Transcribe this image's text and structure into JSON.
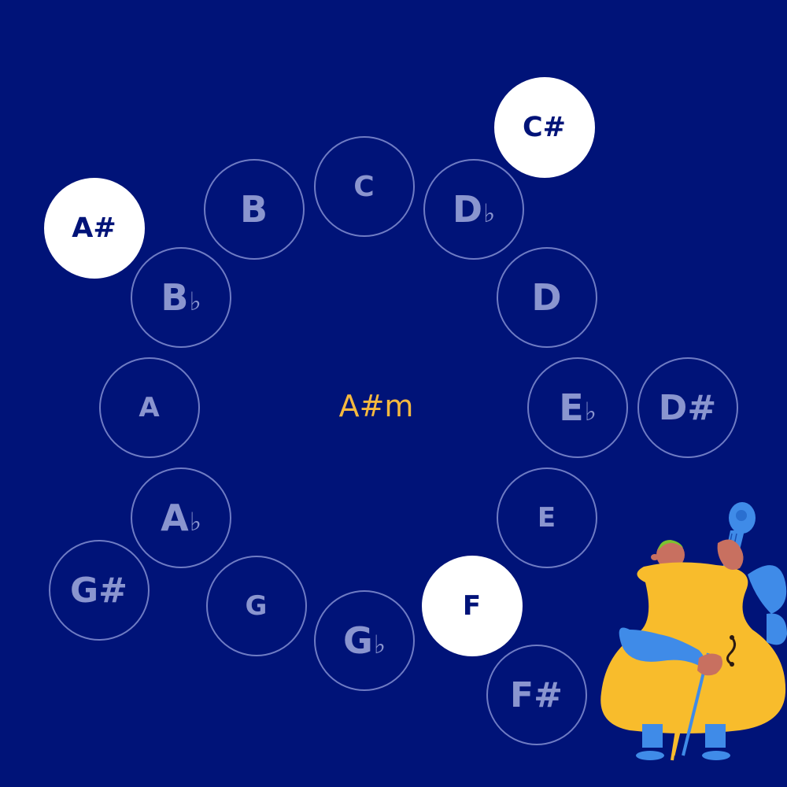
{
  "center_chord": "A#m",
  "notes": [
    {
      "id": "c-sharp",
      "base": "C#",
      "acc": "",
      "active": true
    },
    {
      "id": "a-sharp",
      "base": "A#",
      "acc": "",
      "active": true
    },
    {
      "id": "b",
      "base": "B",
      "acc": "",
      "active": false
    },
    {
      "id": "c",
      "base": "C",
      "acc": "",
      "active": false
    },
    {
      "id": "d-flat",
      "base": "D",
      "acc": "♭",
      "active": false
    },
    {
      "id": "b-flat",
      "base": "B",
      "acc": "♭",
      "active": false
    },
    {
      "id": "d",
      "base": "D",
      "acc": "",
      "active": false
    },
    {
      "id": "a",
      "base": "A",
      "acc": "",
      "active": false
    },
    {
      "id": "e-flat",
      "base": "E",
      "acc": "♭",
      "active": false
    },
    {
      "id": "d-sharp",
      "base": "D#",
      "acc": "",
      "active": false
    },
    {
      "id": "a-flat",
      "base": "A",
      "acc": "♭",
      "active": false
    },
    {
      "id": "e",
      "base": "E",
      "acc": "",
      "active": false
    },
    {
      "id": "g-sharp",
      "base": "G#",
      "acc": "",
      "active": false
    },
    {
      "id": "g",
      "base": "G",
      "acc": "",
      "active": false
    },
    {
      "id": "f",
      "base": "F",
      "acc": "",
      "active": true
    },
    {
      "id": "g-flat",
      "base": "G",
      "acc": "♭",
      "active": false
    },
    {
      "id": "f-sharp",
      "base": "F#",
      "acc": "",
      "active": false
    }
  ],
  "colors": {
    "background": "#001378",
    "circle_border": "#6f7cc4",
    "circle_text": "#8a95cf",
    "active_fill": "#ffffff",
    "active_text": "#001378",
    "center_text": "#f5b93f"
  },
  "icons": {
    "illustration": "cellist-illustration"
  }
}
